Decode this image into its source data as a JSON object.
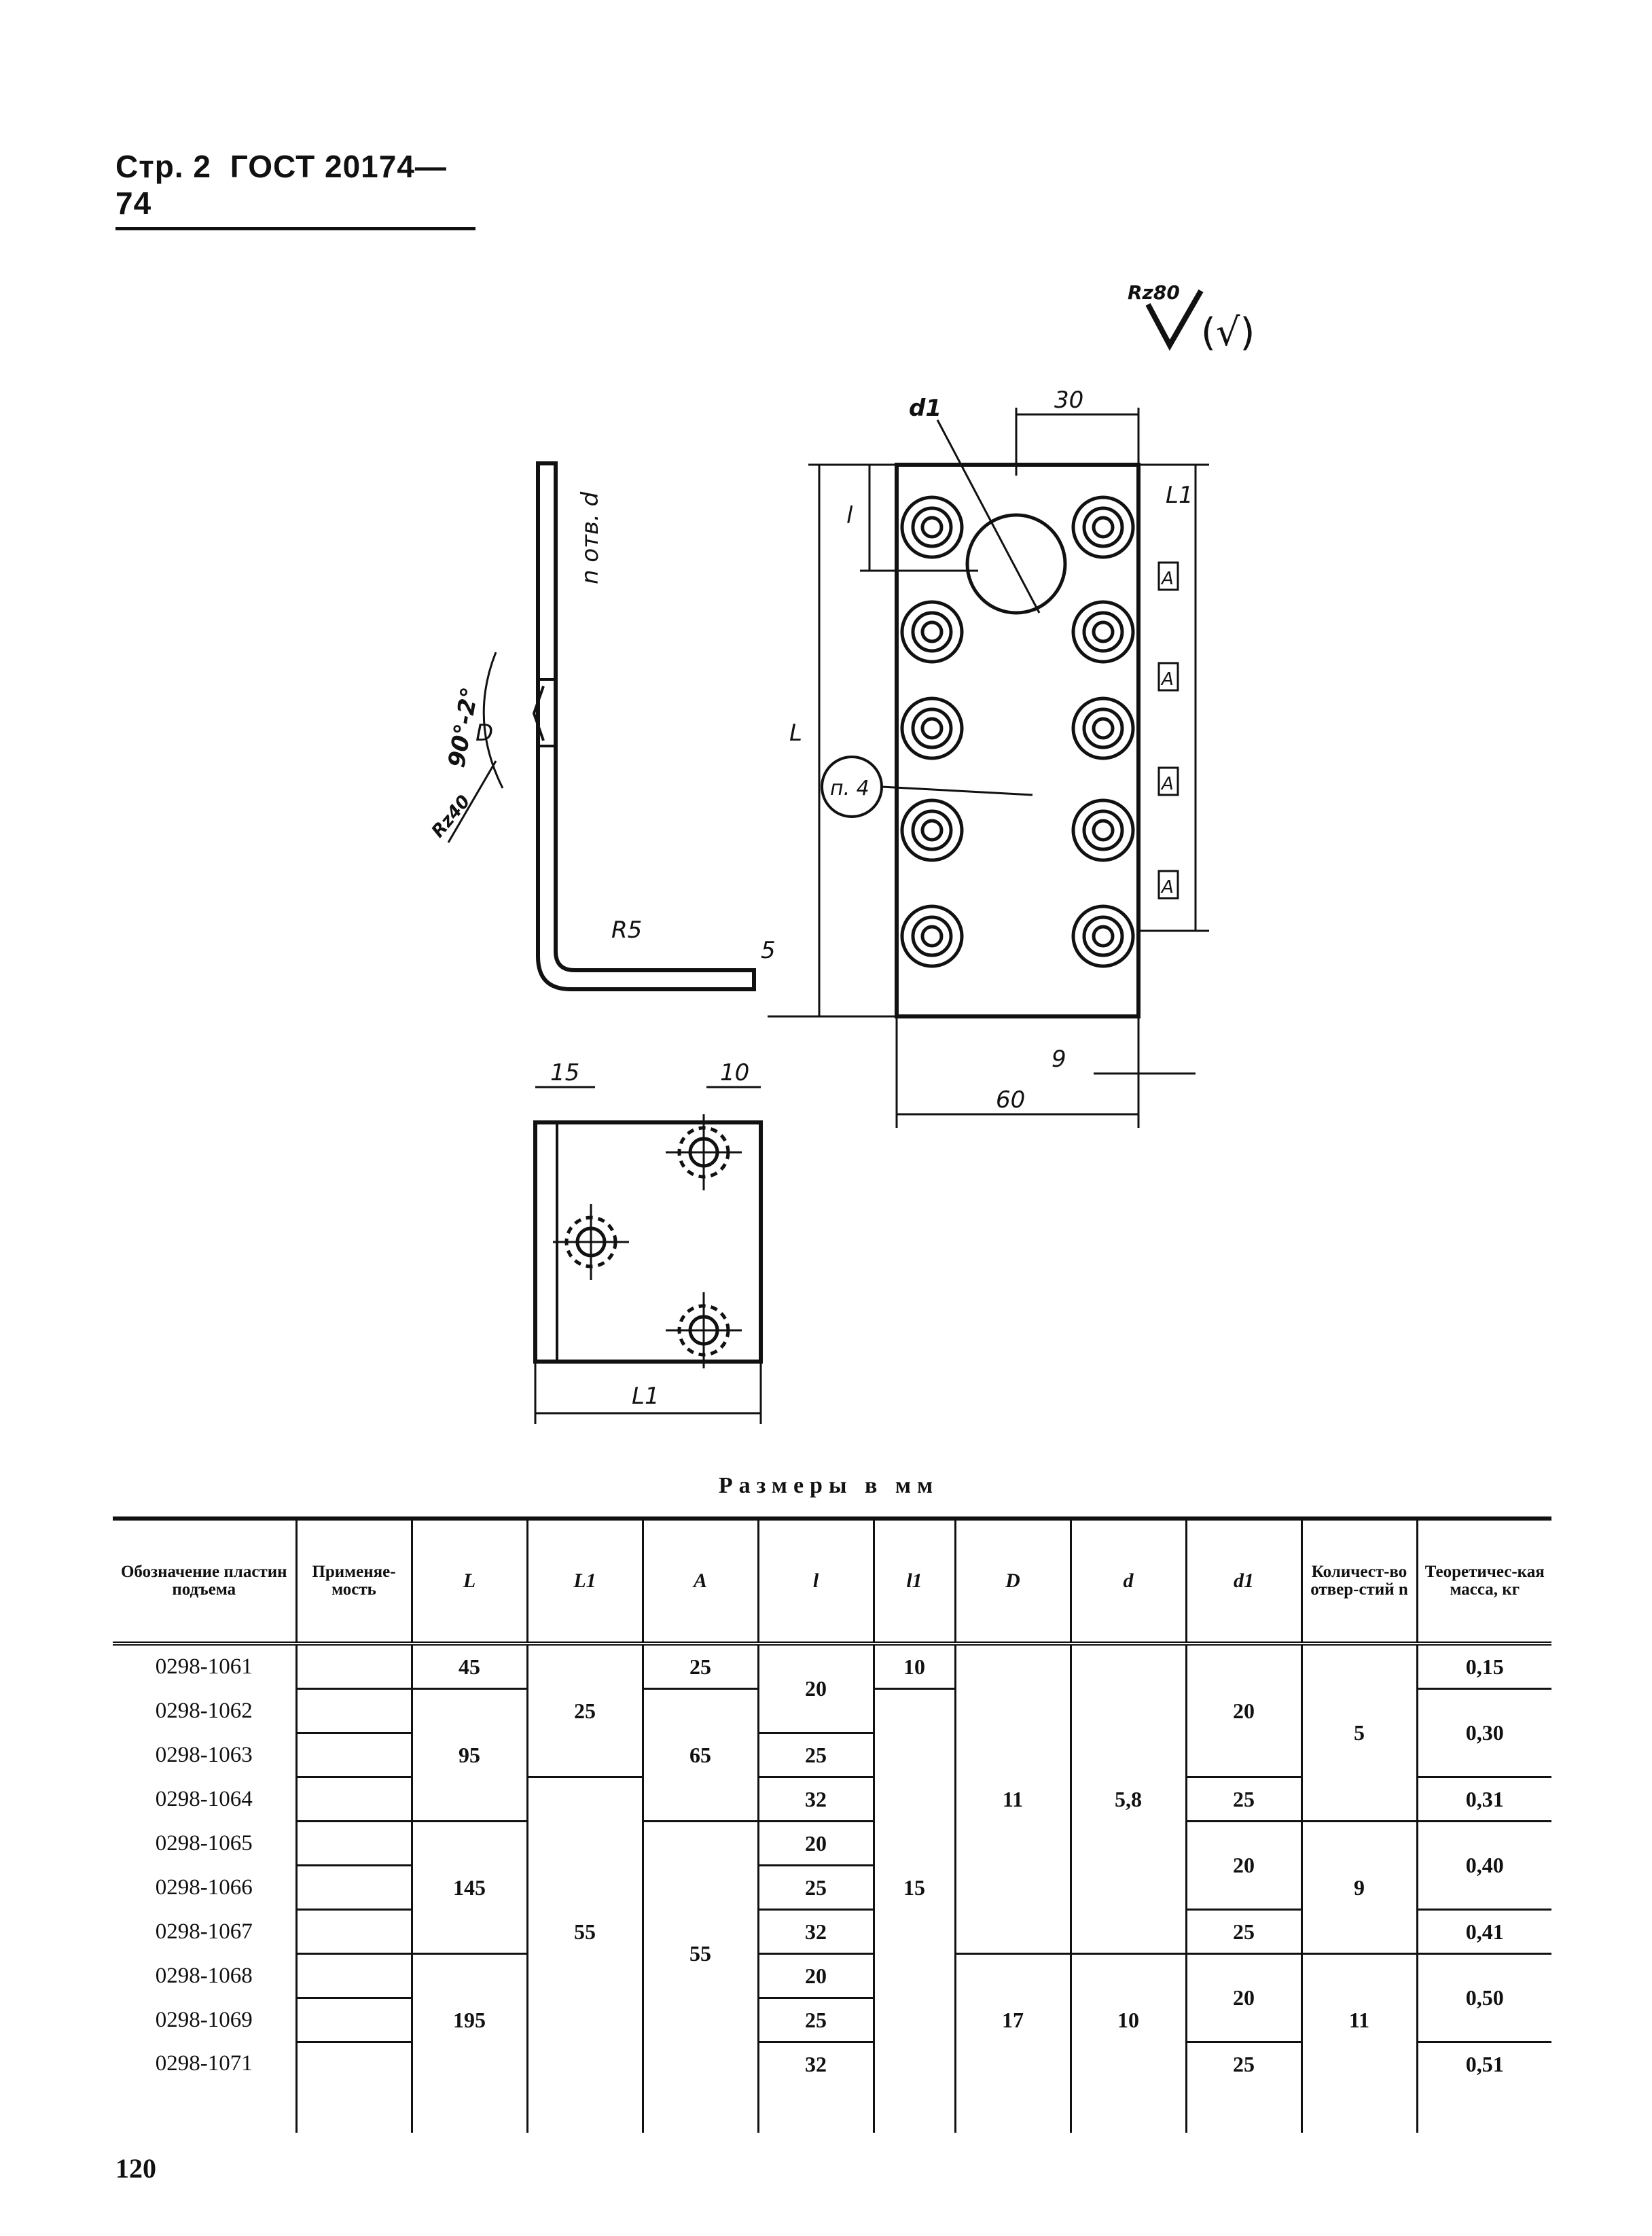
{
  "header": {
    "page": "Стр. 2",
    "standard": "ГОСТ 20174—74"
  },
  "drawing": {
    "roughness_main": "Rz80",
    "roughness_rest": "(√)",
    "roughness_chamfer": "Rz40",
    "angle": "90°-2°",
    "dims": {
      "d1": "d1",
      "l": "l",
      "L1": "L1",
      "L": "L",
      "A": "A",
      "D": "D",
      "holes": "n отв. d",
      "R5": "R5",
      "five": "5",
      "thirty": "30",
      "nine": "9",
      "sixty": "60",
      "fifteen": "15",
      "ten": "10",
      "note": "п. 4"
    }
  },
  "table": {
    "caption": "Размеры в мм",
    "headers": [
      "Обозначение пластин подъема",
      "Применяе-мость",
      "L",
      "L1",
      "A",
      "l",
      "l1",
      "D",
      "d",
      "d1",
      "Количест-во отвер-стий n",
      "Теоретичес-кая масса, кг"
    ],
    "designations": [
      "0298-1061",
      "0298-1062",
      "0298-1063",
      "0298-1064",
      "0298-1065",
      "0298-1066",
      "0298-1067",
      "0298-1068",
      "0298-1069",
      "0298-1071"
    ],
    "L": [
      "45",
      "95",
      "145",
      "195"
    ],
    "L1": [
      "25",
      "55"
    ],
    "A": [
      "25",
      "65",
      "55"
    ],
    "l": [
      "20",
      "25",
      "32",
      "20",
      "25",
      "32",
      "20",
      "25",
      "32"
    ],
    "l1": [
      "10",
      "15"
    ],
    "D": [
      "11",
      "17"
    ],
    "d": [
      "5,8",
      "10"
    ],
    "d1": [
      "20",
      "25",
      "20",
      "25",
      "20",
      "25"
    ],
    "n": [
      "5",
      "9",
      "11"
    ],
    "mass": [
      "0,15",
      "0,30",
      "0,31",
      "0,40",
      "0,41",
      "0,50",
      "0,51"
    ]
  },
  "page_number": "120"
}
